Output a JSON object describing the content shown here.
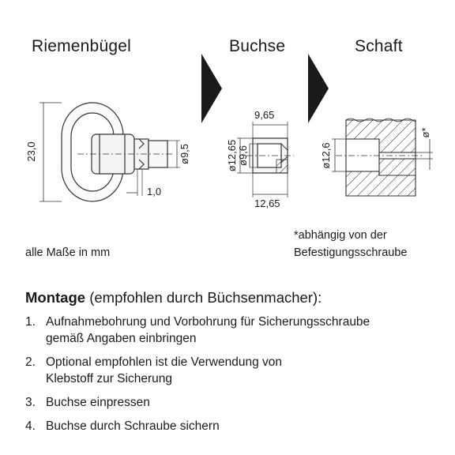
{
  "headings": {
    "riemenbuegel": "Riemenbügel",
    "buchse": "Buchse",
    "schaft": "Schaft"
  },
  "dims": {
    "riemen_height": "23,0",
    "riemen_diameter": "ø9,5",
    "riemen_gap": "1,0",
    "buchse_top": "9,65",
    "buchse_outer": "ø12,65",
    "buchse_inner": "ø9,6",
    "buchse_bottom": "12,65",
    "schaft_diameter": "ø12,6",
    "schaft_star": "ø*"
  },
  "notes": {
    "units": "alle Maße in mm",
    "star_line1": "*abhängig von der",
    "star_line2": "Befestigungsschraube"
  },
  "montage": {
    "title": "Montage",
    "subtitle": " (empfohlen durch Büchsenmacher):",
    "steps": [
      {
        "num": "1.",
        "text": "Aufnahmebohrung und Vorbohrung für Sicherungsschraube\ngemäß Angaben einbringen"
      },
      {
        "num": "2.",
        "text": "Optional empfohlen ist die Verwendung von\nKlebstoff zur Sicherung"
      },
      {
        "num": "3.",
        "text": "Buchse einpressen"
      },
      {
        "num": "4.",
        "text": "Buchse durch Schraube sichern"
      }
    ]
  }
}
